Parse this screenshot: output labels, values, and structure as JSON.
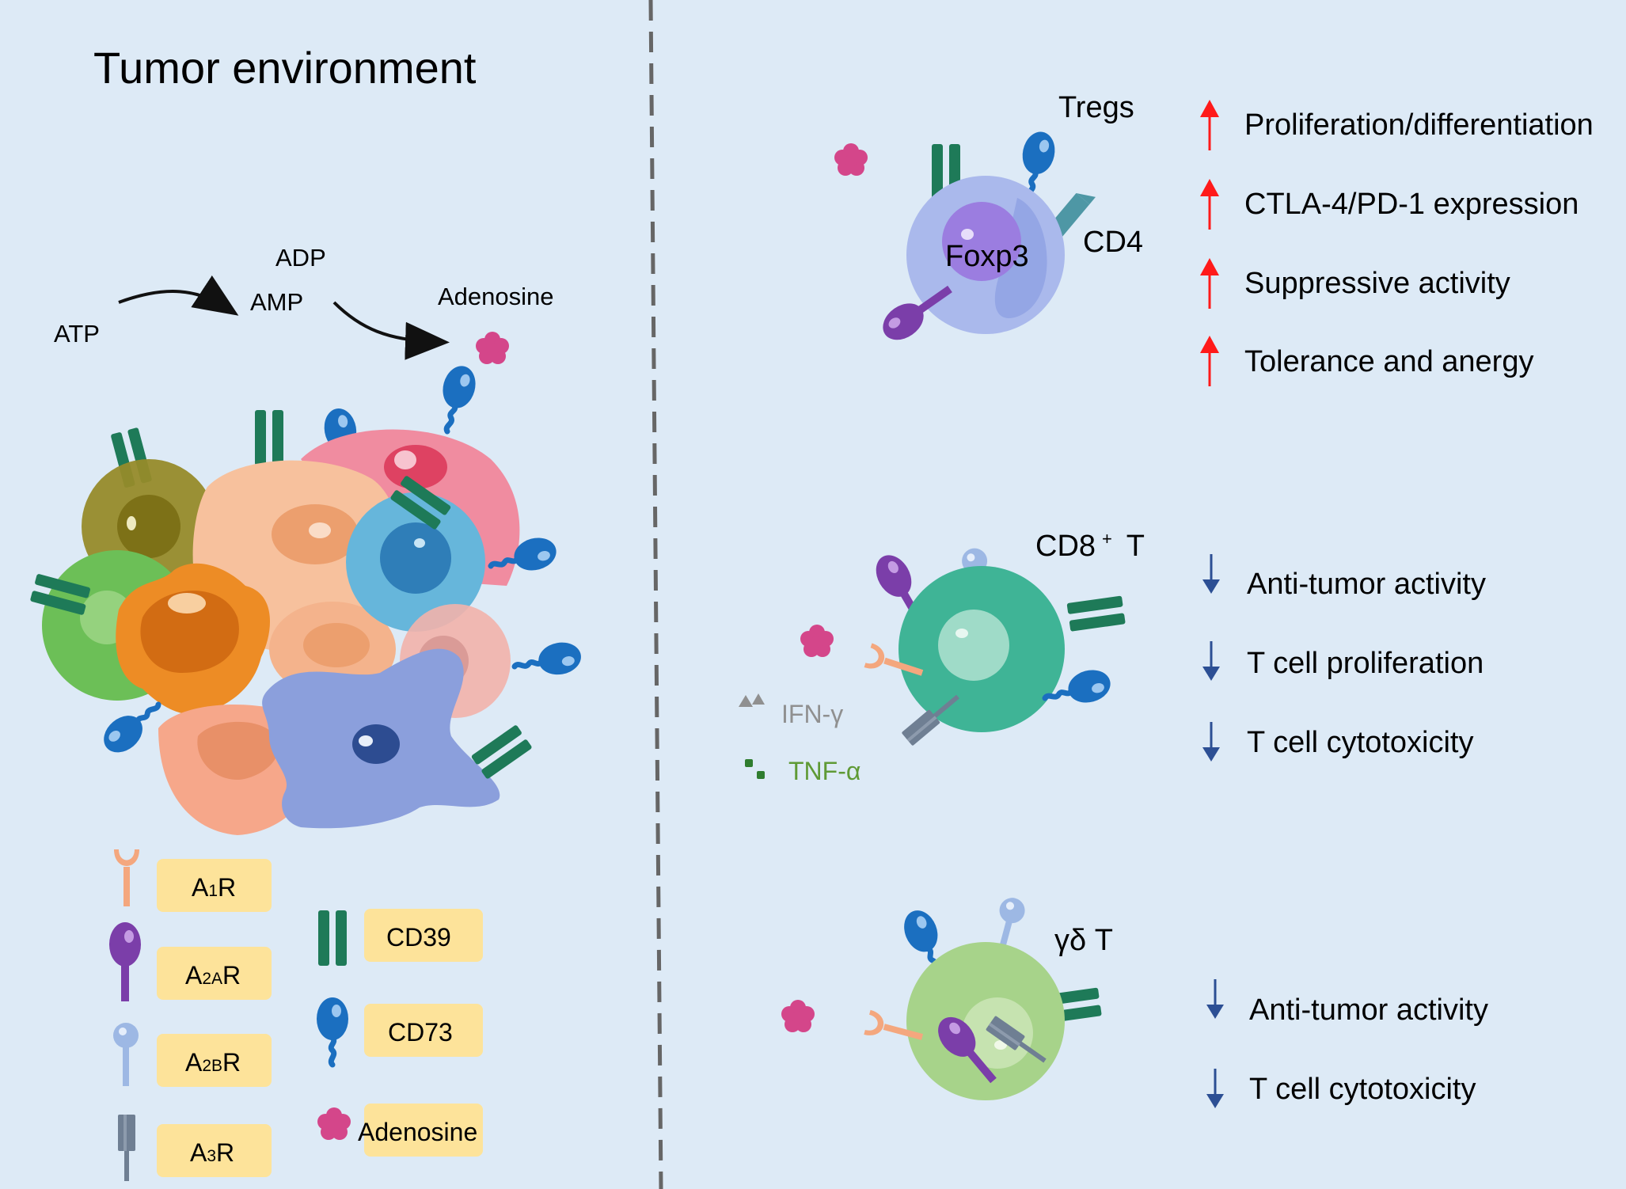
{
  "left_panel": {
    "title": "Tumor environment",
    "pathway": {
      "atp": "ATP",
      "adp": "ADP",
      "amp": "AMP",
      "adenosine": "Adenosine"
    },
    "legend": {
      "a1r": {
        "main": "A",
        "sub": "1",
        "tail": "R"
      },
      "a2ar": {
        "main": "A",
        "sub": "2A",
        "tail": "R"
      },
      "a2br": {
        "main": "A",
        "sub": "2B",
        "tail": "R"
      },
      "a3r": {
        "main": "A",
        "sub": "3",
        "tail": "R"
      },
      "cd39": "CD39",
      "cd73": "CD73",
      "adenosine": "Adenosine"
    }
  },
  "right_panel": {
    "tregs": {
      "label": "Tregs",
      "nucleus_label": "Foxp3",
      "receptor_label": "CD4",
      "effects": [
        "Proliferation/differentiation",
        "CTLA-4/PD-1 expression",
        "Suppressive activity",
        "Tolerance and anergy"
      ]
    },
    "cd8": {
      "label_main": "CD8",
      "label_sup": "+",
      "label_tail": " T",
      "cytokines": {
        "ifn": "IFN-γ",
        "tnf": "TNF-α"
      },
      "effects": [
        "Anti-tumor activity",
        "T cell proliferation",
        "T cell cytotoxicity"
      ]
    },
    "gdt": {
      "label": "γδ T",
      "effects": [
        "Anti-tumor activity",
        "T cell cytotoxicity"
      ]
    }
  },
  "colors": {
    "background": "#ddeaf6",
    "increase_arrow": "#ff1a1a",
    "decrease_arrow": "#2c4f94",
    "cd39": "#1e7a58",
    "cd73": "#1b6fc0",
    "a2ar": "#7b3ea9",
    "a2br": "#9db8e4",
    "a1r": "#f4a77e",
    "a3r": "#6f7f93",
    "adenosine": "#d4468a",
    "legend_box": "#fde39a",
    "ifn": "#909090",
    "tnf": "#5f9a35"
  }
}
